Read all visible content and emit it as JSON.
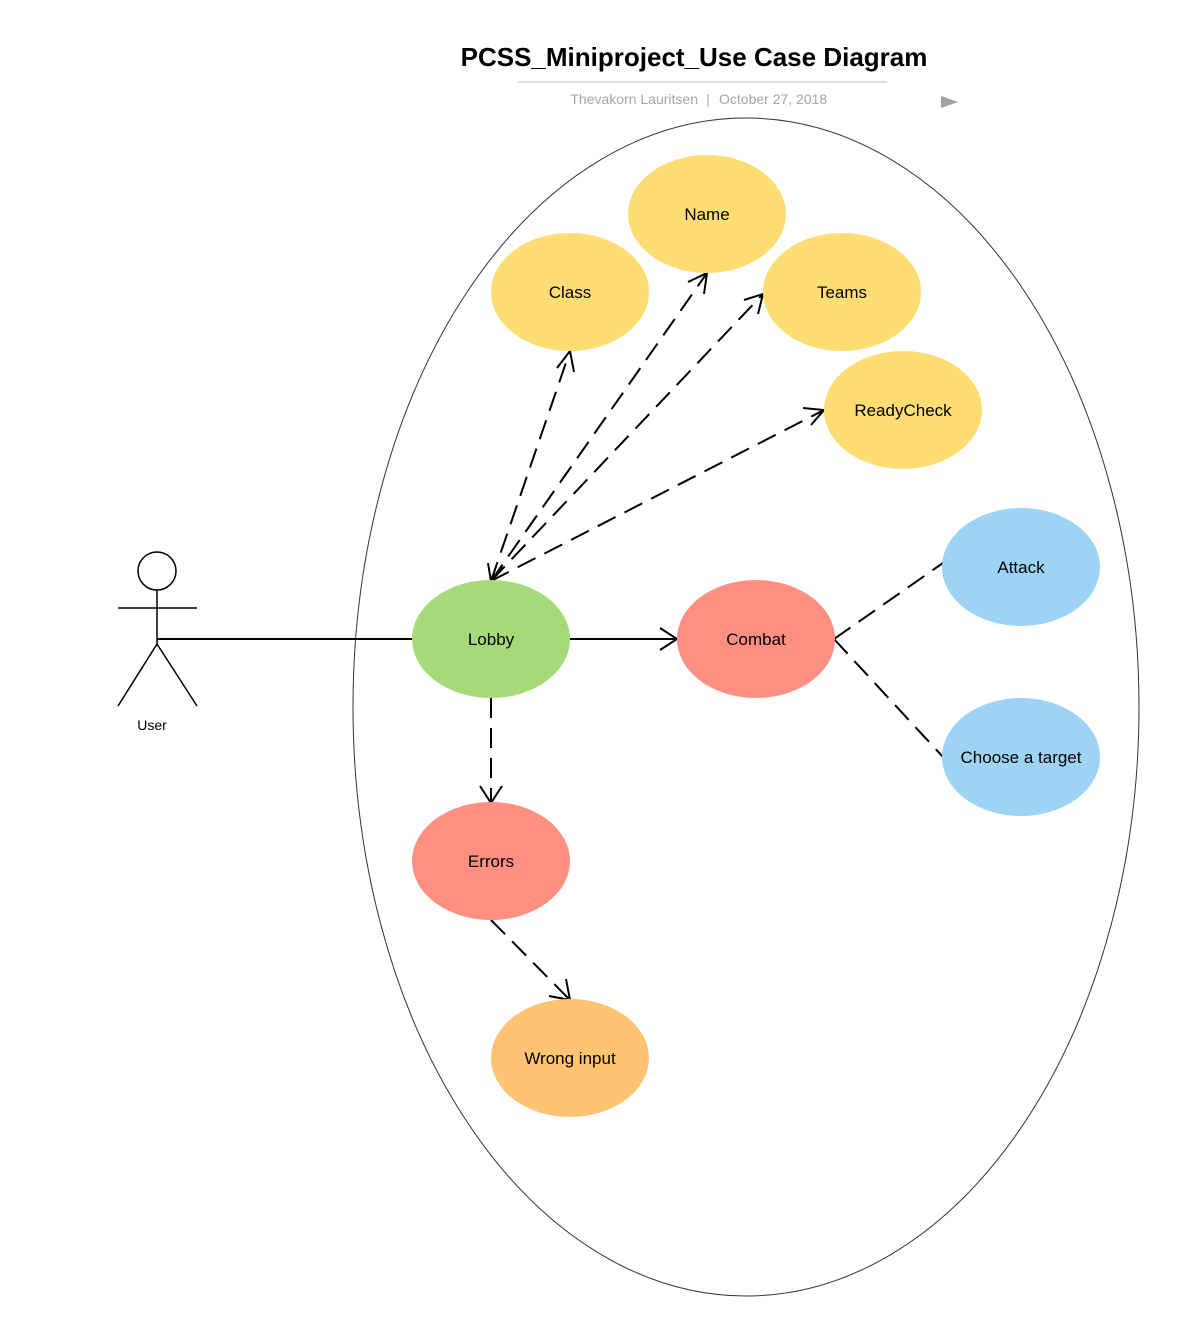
{
  "header": {
    "title": "PCSS_Miniproject_Use Case Diagram",
    "author": "Thevakorn Lauritsen",
    "separator": "|",
    "date": "October 27, 2018",
    "play_icon": "play-triangle-icon"
  },
  "actor": {
    "label": "User",
    "icon": "stick-figure-icon"
  },
  "nodes": {
    "name": {
      "label": "Name",
      "color": "#ffdd72"
    },
    "class": {
      "label": "Class",
      "color": "#ffdd72"
    },
    "teams": {
      "label": "Teams",
      "color": "#ffdd72"
    },
    "readycheck": {
      "label": "ReadyCheck",
      "color": "#ffdd72"
    },
    "lobby": {
      "label": "Lobby",
      "color": "#a6da78"
    },
    "combat": {
      "label": "Combat",
      "color": "#ff8f80"
    },
    "attack": {
      "label": "Attack",
      "color": "#9dd3f5"
    },
    "choose_target": {
      "label": "Choose a target",
      "color": "#9dd3f5"
    },
    "errors": {
      "label": "Errors",
      "color": "#ff8f80"
    },
    "wrong_input": {
      "label": "Wrong input",
      "color": "#ffc374"
    }
  },
  "colors": {
    "boundary_stroke": "#333333",
    "edge": "#000000",
    "byline": "#a6a6a6"
  }
}
